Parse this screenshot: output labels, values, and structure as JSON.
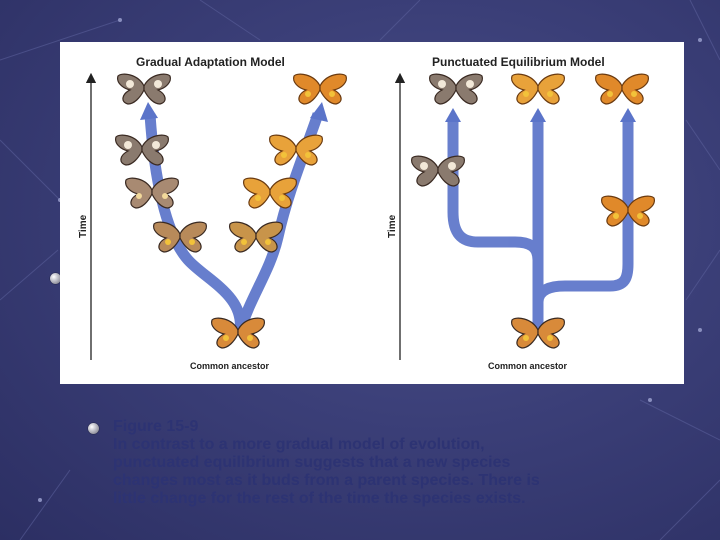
{
  "figure": {
    "left_title": "Gradual Adaptation Model",
    "right_title": "Punctuated Equilibrium Model",
    "left_axis_label": "Time",
    "right_axis_label": "Time",
    "left_bottom_label": "Common ancestor",
    "right_bottom_label": "Common ancestor",
    "colors": {
      "branch": "#5b74c9",
      "wing_gray": "#8a7a6e",
      "wing_orange": "#e0892a",
      "wing_yellow": "#f2c23a"
    }
  },
  "caption": {
    "title": "Figure 15-9",
    "lines": [
      "In contrast to a more gradual model of evolution,",
      "punctuated equilibrium suggests that a new species",
      "changes most as it buds from a parent species. There is",
      "little change for the rest of the time the species exists."
    ]
  }
}
